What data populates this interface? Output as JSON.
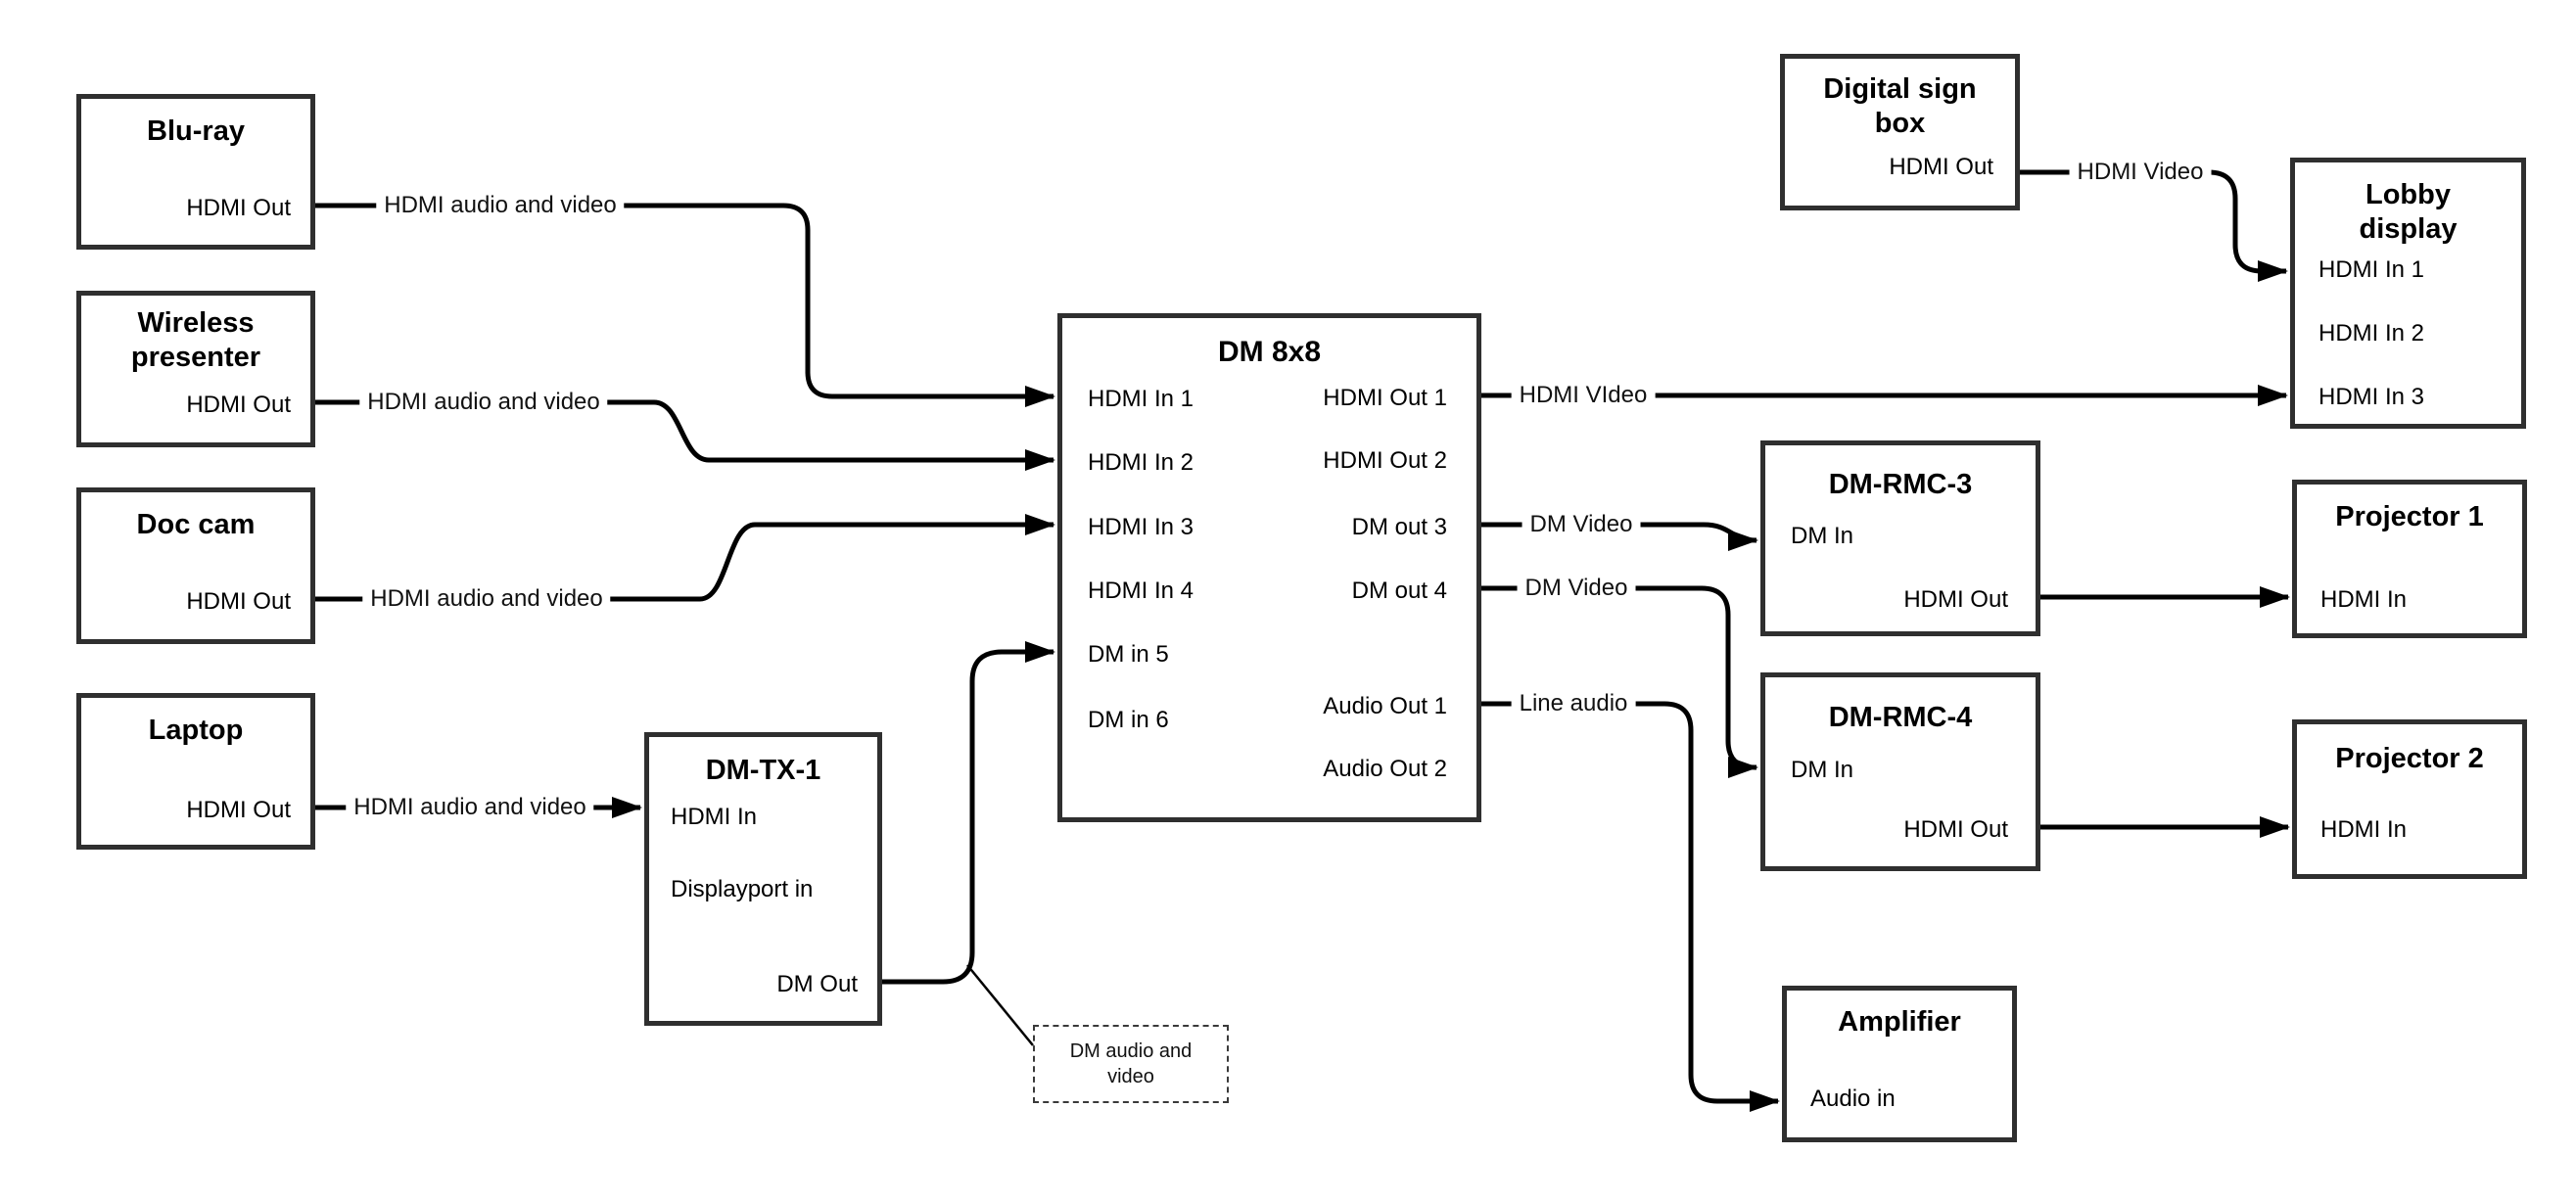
{
  "nodes": {
    "bluray": {
      "title": "Blu-ray",
      "port_hdmi_out": "HDMI Out"
    },
    "wireless": {
      "title_line1": "Wireless",
      "title_line2": "presenter",
      "port_hdmi_out": "HDMI Out"
    },
    "doccam": {
      "title": "Doc cam",
      "port_hdmi_out": "HDMI Out"
    },
    "laptop": {
      "title": "Laptop",
      "port_hdmi_out": "HDMI Out"
    },
    "dmtx1": {
      "title": "DM-TX-1",
      "port_hdmi_in": "HDMI In",
      "port_displayport_in": "Displayport in",
      "port_dm_out": "DM Out"
    },
    "dm8x8": {
      "title": "DM 8x8",
      "in1": "HDMI In 1",
      "in2": "HDMI In 2",
      "in3": "HDMI In 3",
      "in4": "HDMI In 4",
      "in5": "DM in 5",
      "in6": "DM in 6",
      "out1": "HDMI Out 1",
      "out2": "HDMI Out 2",
      "out3": "DM out 3",
      "out4": "DM out 4",
      "out5": "Audio Out 1",
      "out6": "Audio Out 2"
    },
    "digital_sign": {
      "title_line1": "Digital sign",
      "title_line2": "box",
      "port_hdmi_out": "HDMI Out"
    },
    "lobby": {
      "title_line1": "Lobby",
      "title_line2": "display",
      "in1": "HDMI In 1",
      "in2": "HDMI In 2",
      "in3": "HDMI In 3"
    },
    "dmrmc3": {
      "title": "DM-RMC-3",
      "port_dm_in": "DM In",
      "port_hdmi_out": "HDMI Out"
    },
    "projector1": {
      "title": "Projector 1",
      "port_hdmi_in": "HDMI In"
    },
    "dmrmc4": {
      "title": "DM-RMC-4",
      "port_dm_in": "DM In",
      "port_hdmi_out": "HDMI Out"
    },
    "projector2": {
      "title": "Projector 2",
      "port_hdmi_in": "HDMI In"
    },
    "amplifier": {
      "title": "Amplifier",
      "port_audio_in": "Audio in"
    }
  },
  "cable_labels": {
    "bluray_to_dm8x8": "HDMI audio and video",
    "wireless_to_dm8x8": "HDMI audio and video",
    "doccam_to_dm8x8": "HDMI audio and video",
    "laptop_to_dmtx1": "HDMI audio and video",
    "hdmi_out1": "HDMI VIdeo",
    "dm_out3": "DM Video",
    "dm_out4": "DM Video",
    "audio_out1": "Line audio",
    "digital_sign_to_lobby": "HDMI Video",
    "annotation_line1": "DM audio and",
    "annotation_line2": "video"
  },
  "colors": {
    "cable": "#000000",
    "box_border": "#2f2f2f",
    "background": "#ffffff"
  }
}
